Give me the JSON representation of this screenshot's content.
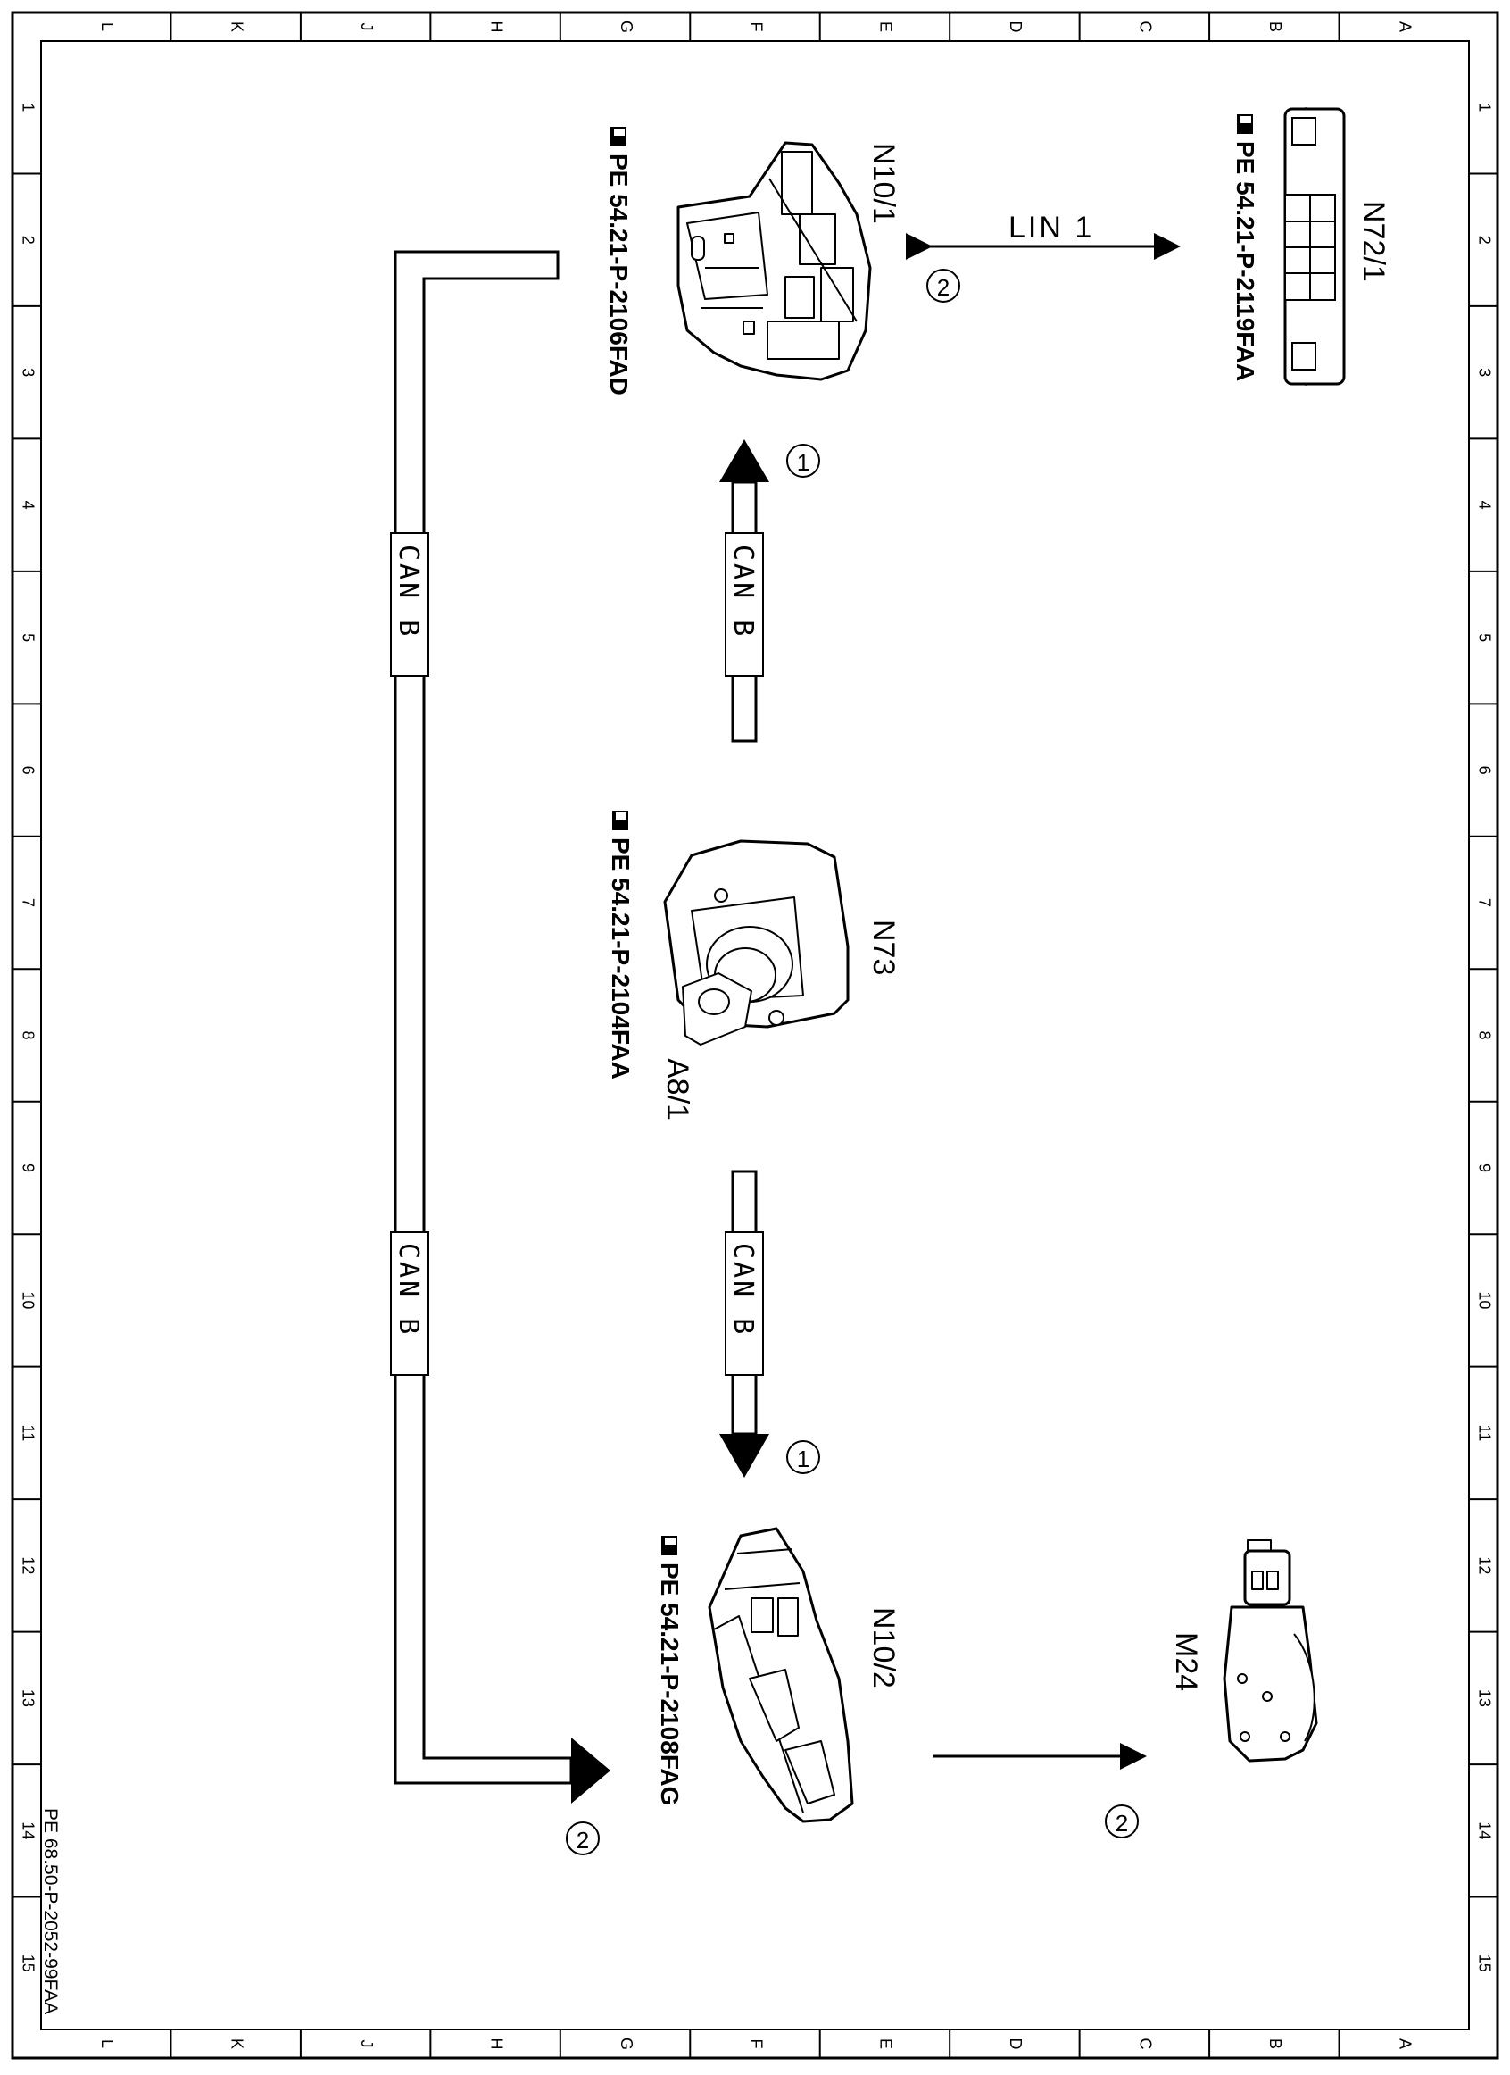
{
  "grid": {
    "cols_top_to_bottom": [
      "L",
      "K",
      "J",
      "H",
      "G",
      "F",
      "E",
      "D",
      "C",
      "B",
      "A"
    ],
    "rows_left_to_right": [
      "1",
      "2",
      "3",
      "4",
      "5",
      "6",
      "7",
      "8",
      "9",
      "10",
      "11",
      "12",
      "13",
      "14",
      "15"
    ]
  },
  "components": {
    "n10_1": {
      "label": "N10/1",
      "ref": "PE 54.21-P-2106FAD"
    },
    "n72_1": {
      "label": "N72/1",
      "ref": "PE 54.21-P-2119FAA"
    },
    "n73": {
      "label": "N73",
      "ref": "PE 54.21-P-2104FAA"
    },
    "a8_1": {
      "label": "A8/1"
    },
    "n10_2": {
      "label": "N10/2",
      "ref": "PE 54.21-P-2108FAG"
    },
    "m24": {
      "label": "M24"
    }
  },
  "connections": {
    "lin1": {
      "label": "LIN 1",
      "marker": "2"
    },
    "can_upper": {
      "label": "CAN B",
      "marker": "1"
    },
    "can_lower": {
      "label": "CAN B",
      "marker": "1"
    },
    "can_outer_top": {
      "label": "CAN B"
    },
    "can_outer_bottom": {
      "label": "CAN B",
      "marker": "2"
    },
    "m24_link": {
      "marker": "2"
    }
  },
  "footer_ref": "PE 68.50-P-2052-99FAA",
  "icons": {
    "reference": "pointing-hand-icon"
  },
  "colors": {
    "ink": "#000000",
    "paper": "#ffffff"
  }
}
